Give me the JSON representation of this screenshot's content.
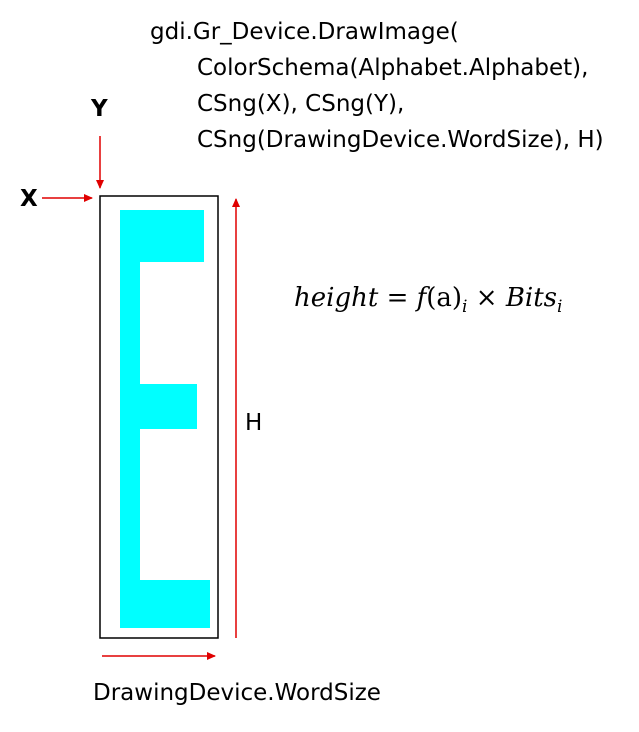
{
  "code": {
    "line1": "gdi.Gr_Device.DrawImage(",
    "line2": "ColorSchema(Alphabet.Alphabet),",
    "line3": "CSng(X), CSng(Y),",
    "line4": "CSng(DrawingDevice.WordSize), H)"
  },
  "labels": {
    "y": "Y",
    "x": "X",
    "h": "H",
    "width": "DrawingDevice.WordSize"
  },
  "formula": {
    "lhs": "height",
    "eq": "=",
    "func": "f",
    "arg": "(a)",
    "sub_i1": "i",
    "times": "×",
    "bits": "Bits",
    "sub_i2": "i"
  },
  "colors": {
    "arrow": "#e00000",
    "glyph": "#00ffff",
    "frame": "#000000"
  },
  "glyph_letter": "E"
}
